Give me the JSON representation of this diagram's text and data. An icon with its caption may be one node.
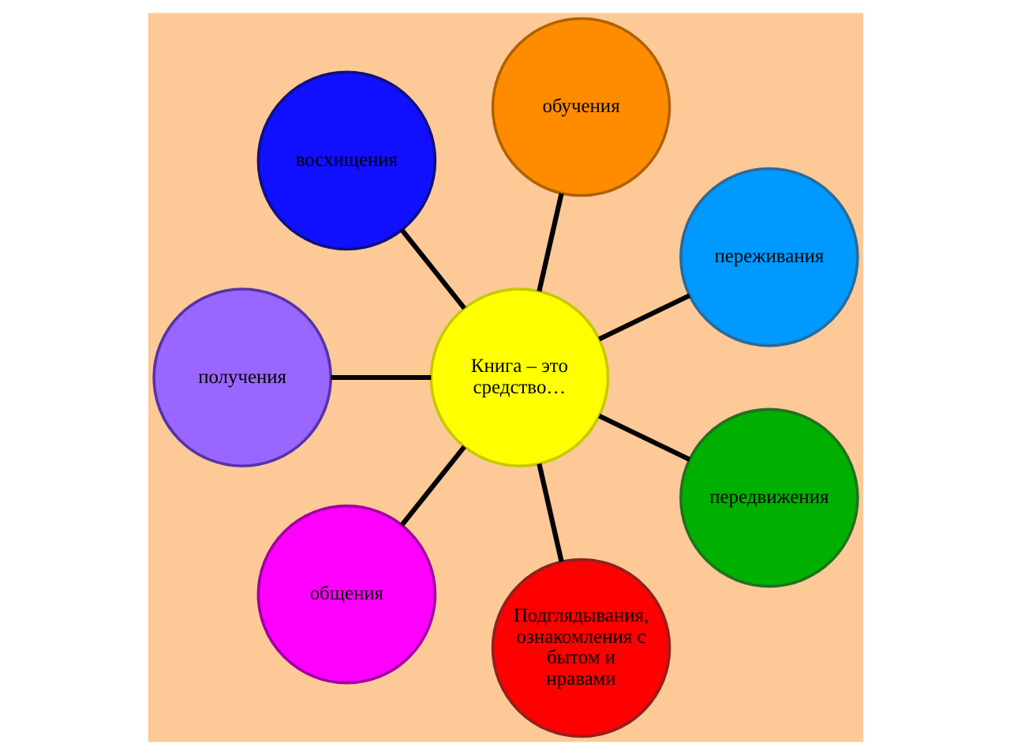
{
  "diagram": {
    "nodes": [
      {
        "text": [
          "Книга – это средство…"
        ]
      },
      {
        "text": [
          "обучения"
        ]
      },
      {
        "text": [
          "переживания"
        ]
      },
      {
        "text": [
          "передвижения"
        ]
      },
      {
        "text": [
          "Подглядывания, ознакомления с бытом и нравами"
        ]
      },
      {
        "text": [
          "общения"
        ]
      },
      {
        "text": [
          "получения"
        ]
      },
      {
        "text": [
          "восхищения"
        ]
      }
    ],
    "edges": [
      {
        "from": 0,
        "to": 1,
        "arrow": "none"
      },
      {
        "from": 0,
        "to": 2,
        "arrow": "none"
      },
      {
        "from": 0,
        "to": 3,
        "arrow": "none"
      },
      {
        "from": 0,
        "to": 4,
        "arrow": "none"
      },
      {
        "from": 0,
        "to": 5,
        "arrow": "none"
      },
      {
        "from": 0,
        "to": 6,
        "arrow": "none"
      },
      {
        "from": 0,
        "to": 7,
        "arrow": "none"
      }
    ]
  }
}
